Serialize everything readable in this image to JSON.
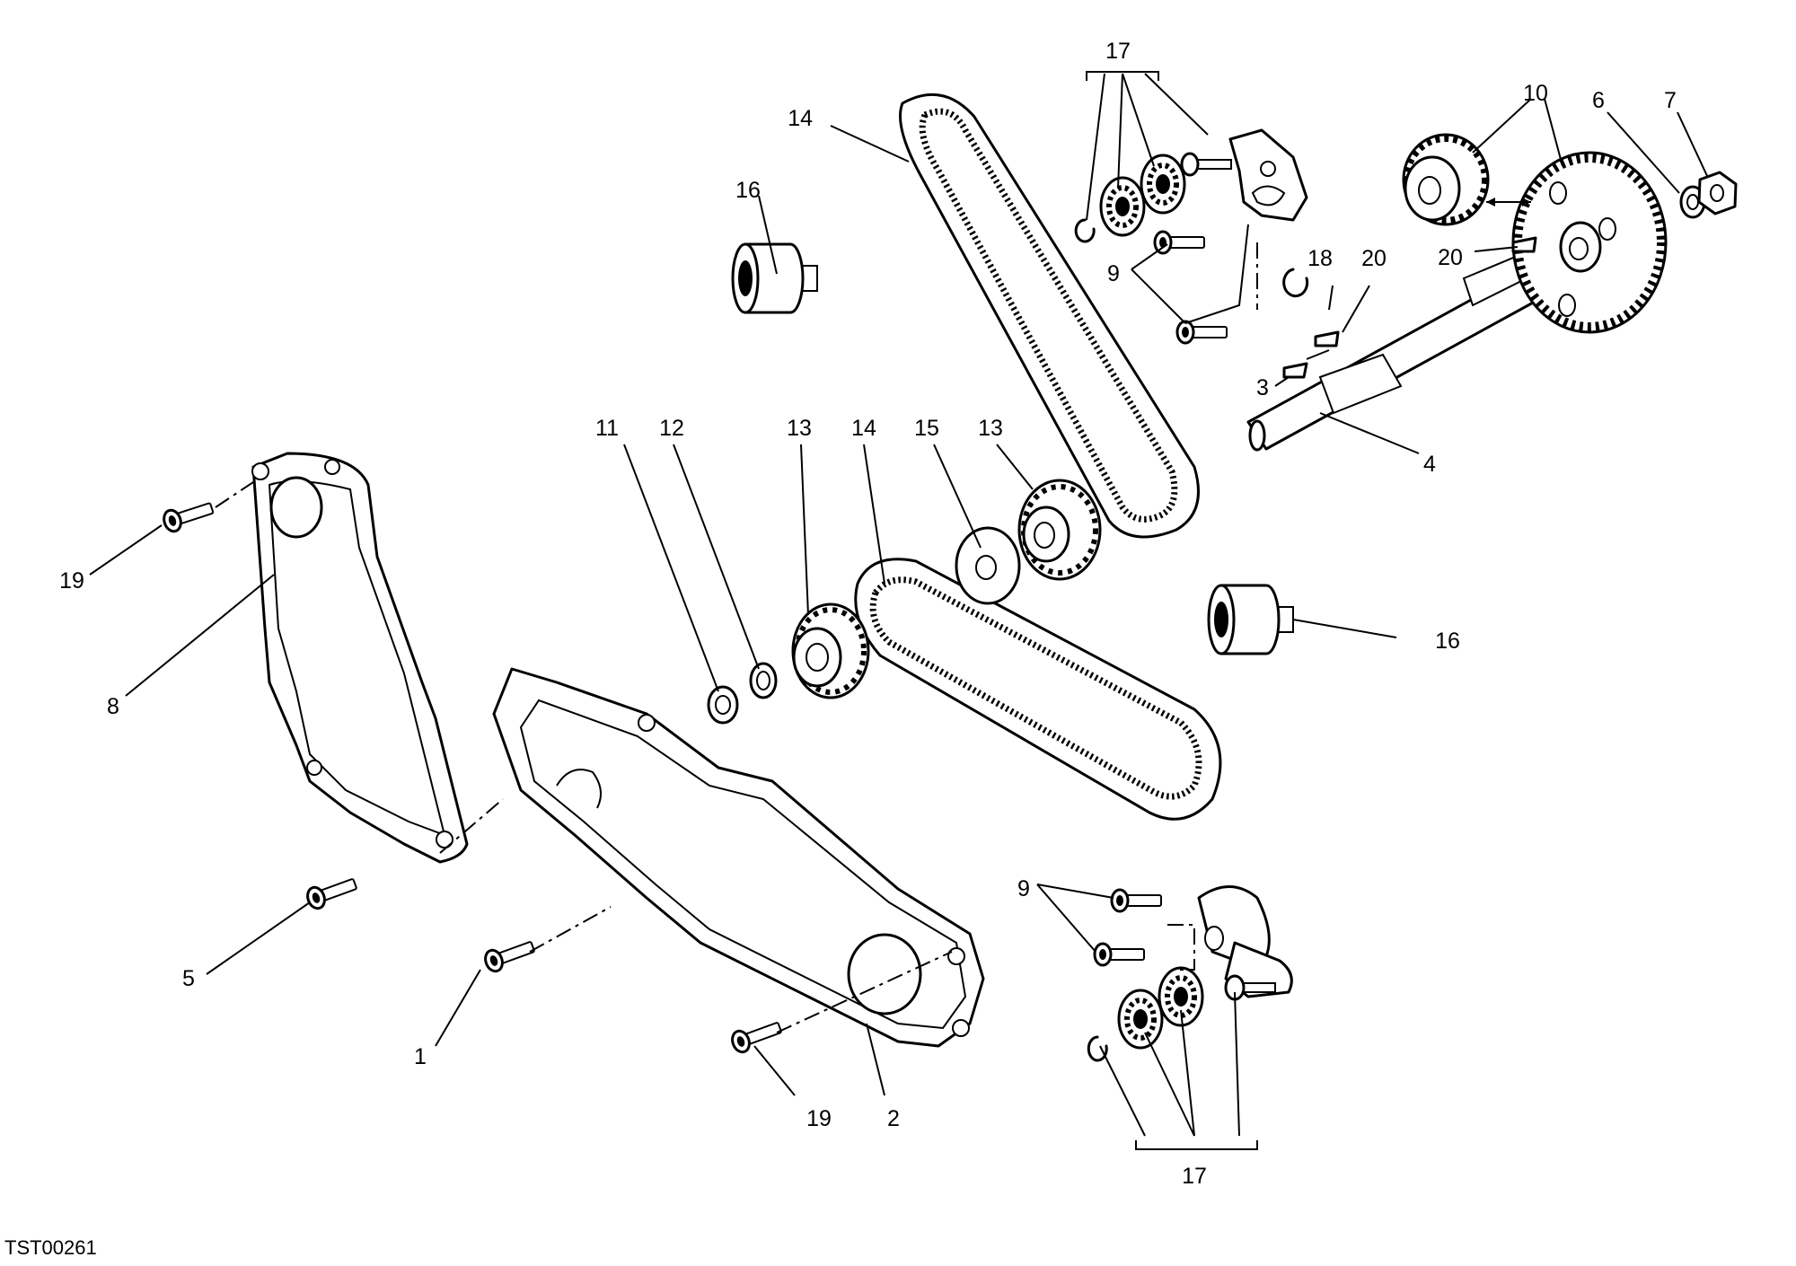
{
  "drawing_code": "TST00261",
  "callouts": {
    "c1": "1",
    "c2": "2",
    "c3": "3",
    "c4": "4",
    "c5": "5",
    "c6": "6",
    "c7": "7",
    "c8": "8",
    "c9a": "9",
    "c9b": "9",
    "c10": "10",
    "c11": "11",
    "c12": "12",
    "c13a": "13",
    "c13b": "13",
    "c14a": "14",
    "c14b": "14",
    "c15": "15",
    "c16a": "16",
    "c16b": "16",
    "c17a": "17",
    "c17b": "17",
    "c18": "18",
    "c19a": "19",
    "c19b": "19",
    "c20a": "20",
    "c20b": "20"
  }
}
